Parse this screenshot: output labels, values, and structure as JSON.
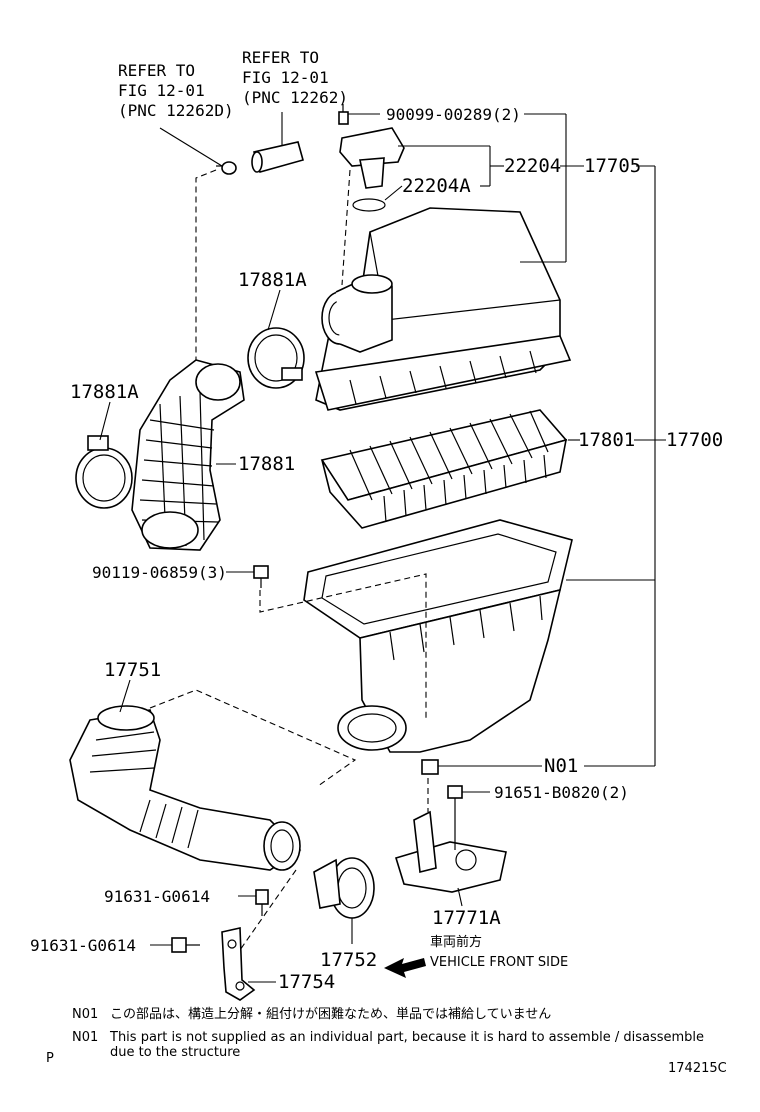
{
  "refs": {
    "left": [
      "REFER TO",
      "FIG 12-01",
      "(PNC 12262D)"
    ],
    "right": [
      "REFER TO",
      "FIG 12-01",
      "(PNC 12262)"
    ]
  },
  "labels": {
    "p90099": "90099-00289(2)",
    "p22204": "22204",
    "p22204a": "22204A",
    "p17705": "17705",
    "p17881a_top": "17881A",
    "p17881a_left": "17881A",
    "p17881": "17881",
    "p17801": "17801",
    "p17700": "17700",
    "p90119": "90119-06859(3)",
    "p17751": "17751",
    "pN01": "N01",
    "p91651": "91651-B0820(2)",
    "p17771a": "17771A",
    "p91631_a": "91631-G0614",
    "p91631_b": "91631-G0614",
    "p17752": "17752",
    "p17754": "17754"
  },
  "direction": {
    "jp": "車両前方",
    "en": "VEHICLE FRONT SIDE"
  },
  "notes": [
    {
      "code": "N01",
      "text": "この部品は、構造上分解・組付けが困難なため、単品では補給していません"
    },
    {
      "code": "N01",
      "text": "This part is not supplied as an individual part, because it is hard to assemble / disassemble",
      "cont": "due to the structure"
    }
  ],
  "footer": {
    "left": "P",
    "right": "174215C"
  }
}
